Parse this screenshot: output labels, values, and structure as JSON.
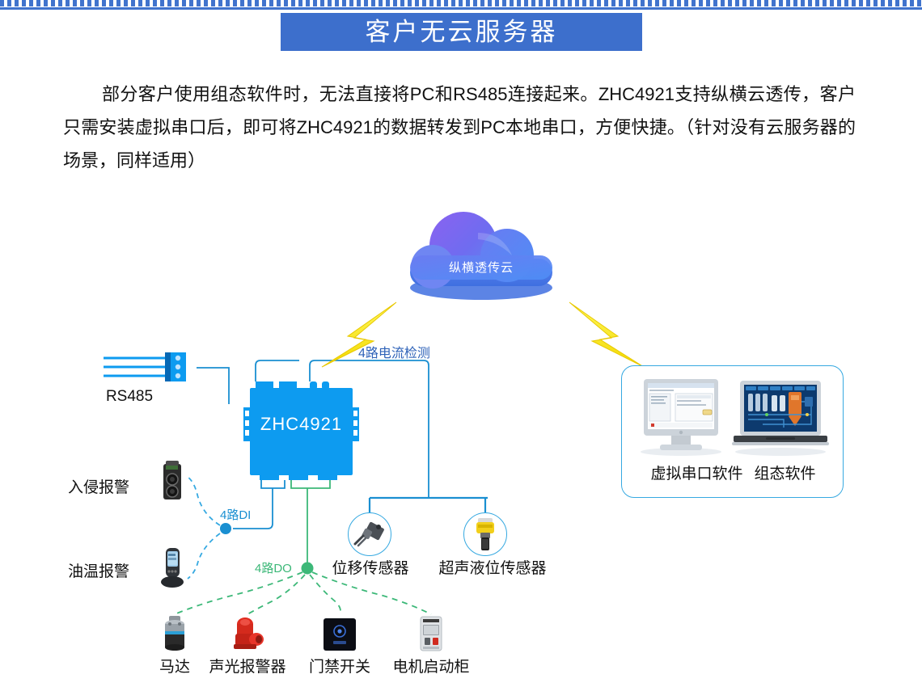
{
  "page": {
    "title": "客户无云服务器",
    "intro": "部分客户使用组态软件时，无法直接将PC和RS485连接起来。ZHC4921支持纵横云透传，客户只需安装虚拟串口后，即可将ZHC4921的数据转发到PC本地串口，方便快捷。（针对没有云服务器的场景，同样适用）"
  },
  "colors": {
    "title_bar": "#3d6fcc",
    "device_blue": "#0d9bf0",
    "wire_blue": "#1a8fd1",
    "wire_green": "#3cb878",
    "bolt_yellow": "#f5e31a",
    "cloud_purple": "#7a5ae8",
    "cloud_blue": "#4e8ef5",
    "label_blue": "#2e62b8"
  },
  "cloud": {
    "label": "纵横透传云",
    "bolt_left_name": "lightning-bolt-left",
    "bolt_right_name": "lightning-bolt-right"
  },
  "device": {
    "name": "ZHC4921"
  },
  "rs485": {
    "label": "RS485"
  },
  "labels": {
    "current_detect": "4路电流检测",
    "di": "4路DI",
    "do": "4路DO"
  },
  "di_devices": [
    {
      "label": "入侵报警",
      "icon": "intrusion-alarm-icon"
    },
    {
      "label": "油温报警",
      "icon": "oil-temperature-alarm-icon"
    }
  ],
  "sensors": [
    {
      "label": "位移传感器",
      "icon": "displacement-sensor-icon"
    },
    {
      "label": "超声液位传感器",
      "icon": "ultrasonic-level-sensor-icon"
    }
  ],
  "do_devices": [
    {
      "label": "马达",
      "icon": "motor-icon"
    },
    {
      "label": "声光报警器",
      "icon": "sound-light-alarm-icon"
    },
    {
      "label": "门禁开关",
      "icon": "access-control-switch-icon"
    },
    {
      "label": "电机启动柜",
      "icon": "motor-starter-cabinet-icon"
    }
  ],
  "software": [
    {
      "label": "虚拟串口软件",
      "icon": "desktop-monitor-icon"
    },
    {
      "label": "组态软件",
      "icon": "laptop-scada-icon"
    }
  ]
}
